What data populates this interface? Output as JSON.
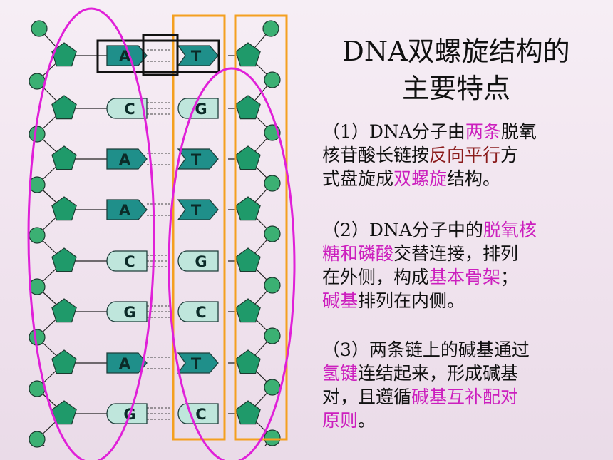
{
  "title": {
    "line1": "DNA双螺旋结构的",
    "line2": "主要特点"
  },
  "points": [
    {
      "segs": [
        {
          "t": "（1）DNA分子由",
          "c": "n"
        },
        {
          "t": "两条",
          "c": "h"
        },
        {
          "t": "脱氧",
          "c": "n"
        },
        {
          "t": "\n",
          "c": "n"
        },
        {
          "t": "核苷酸长链按",
          "c": "n"
        },
        {
          "t": "反向平行",
          "c": "d"
        },
        {
          "t": "方",
          "c": "n"
        },
        {
          "t": "\n",
          "c": "n"
        },
        {
          "t": "式盘旋成",
          "c": "n"
        },
        {
          "t": "双螺旋",
          "c": "h"
        },
        {
          "t": "结构。",
          "c": "n"
        }
      ]
    },
    {
      "segs": [
        {
          "t": "（2）DNA分子中的",
          "c": "n"
        },
        {
          "t": "脱氧核",
          "c": "h"
        },
        {
          "t": "\n",
          "c": "n"
        },
        {
          "t": "糖和磷酸",
          "c": "h"
        },
        {
          "t": "交替连接，排列",
          "c": "n"
        },
        {
          "t": "\n",
          "c": "n"
        },
        {
          "t": "在外侧，构成",
          "c": "n"
        },
        {
          "t": "基本骨架",
          "c": "h"
        },
        {
          "t": "；",
          "c": "n"
        },
        {
          "t": "\n",
          "c": "n"
        },
        {
          "t": "碱基",
          "c": "h"
        },
        {
          "t": "排列在内侧。",
          "c": "n"
        }
      ]
    },
    {
      "segs": [
        {
          "t": "（3）两条链上的碱基通过",
          "c": "n"
        },
        {
          "t": "\n",
          "c": "n"
        },
        {
          "t": "氢键",
          "c": "h"
        },
        {
          "t": "连结起来，形成碱基",
          "c": "n"
        },
        {
          "t": "\n",
          "c": "n"
        },
        {
          "t": "对，且遵循",
          "c": "n"
        },
        {
          "t": "碱基互补配对",
          "c": "h"
        },
        {
          "t": "\n",
          "c": "n"
        },
        {
          "t": "原则",
          "c": "h"
        },
        {
          "t": "。",
          "c": "n"
        }
      ]
    }
  ],
  "pairs": [
    {
      "left": "A",
      "right": "T"
    },
    {
      "left": "C",
      "right": "G"
    },
    {
      "left": "A",
      "right": "T"
    },
    {
      "left": "A",
      "right": "T"
    },
    {
      "left": "C",
      "right": "G"
    },
    {
      "left": "G",
      "right": "C"
    },
    {
      "left": "A",
      "right": "T"
    },
    {
      "left": "G",
      "right": "C"
    }
  ],
  "colors": {
    "highlight": "#cc1fbe",
    "dark_red": "#8a1b1b",
    "phosphate": "#3bb073",
    "sugar": "#1f9a6a",
    "purine_base": "#1f8f8a",
    "pyrimidine_base": "#bfe6dc",
    "ellipse": "#e020d8",
    "strand_box": "#f4a020",
    "pair_box": "#111111"
  }
}
